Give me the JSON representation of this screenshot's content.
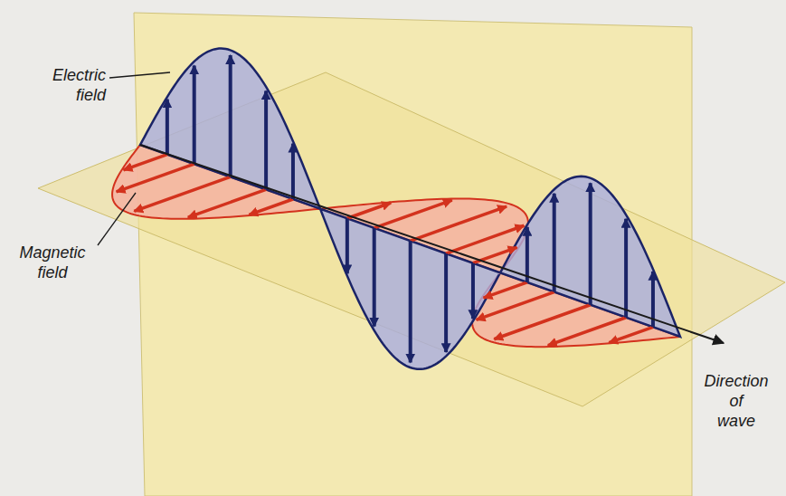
{
  "diagram": {
    "labels": [
      "Electric field",
      "Magnetic field",
      "Direction of wave"
    ]
  }
}
